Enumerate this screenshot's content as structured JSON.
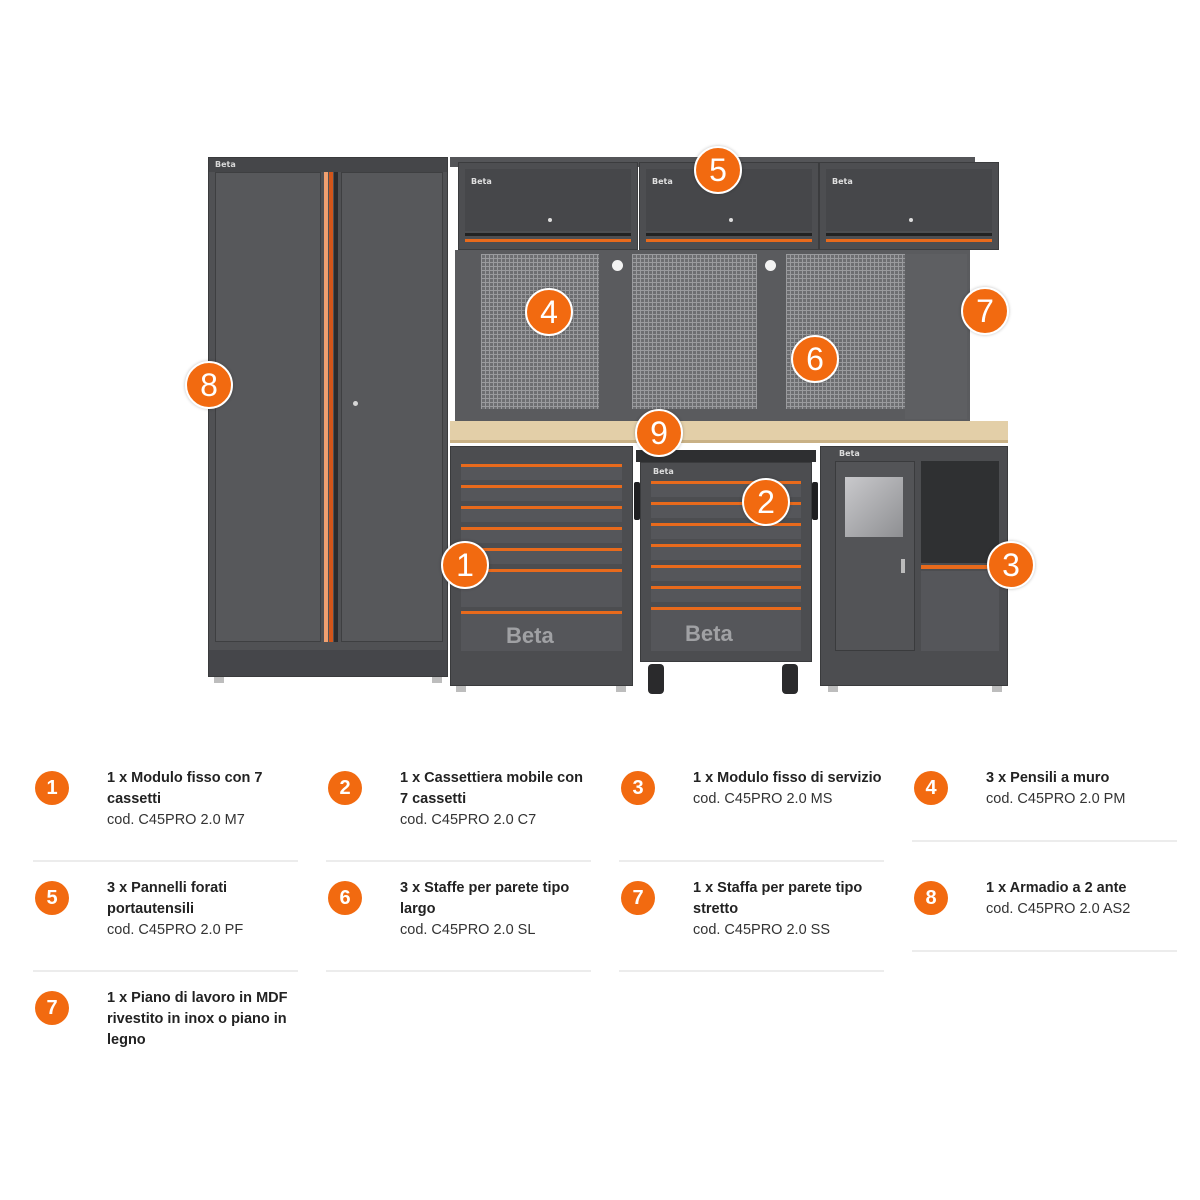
{
  "brand": {
    "name": "Beta",
    "accent_color": "#f26a10",
    "cabinet_color": "#4c4d50",
    "worktop_color": "#e3cfa8"
  },
  "illustration": {
    "wardrobe_brand": "Beta",
    "wall_cabinet_brands": [
      "Beta",
      "Beta",
      "Beta"
    ],
    "drawer_module_logo": "Beta",
    "trolley_logo": "Beta",
    "trolley_top_brand": "Beta",
    "service_module_brand": "Beta",
    "callouts": [
      "1",
      "2",
      "3",
      "4",
      "5",
      "6",
      "7",
      "8",
      "9"
    ]
  },
  "legend": {
    "items": [
      {
        "number": "1",
        "title": "1 x Modulo fisso con 7 cassetti",
        "code": "cod. C45PRO 2.0 M7"
      },
      {
        "number": "2",
        "title": "1 x Cassettiera mobile con 7 cassetti",
        "code": "cod. C45PRO 2.0 C7"
      },
      {
        "number": "3",
        "title": "1 x Modulo fisso di servizio",
        "code": "cod. C45PRO 2.0 MS"
      },
      {
        "number": "4",
        "title": "3 x Pensili a muro",
        "code": "cod. C45PRO 2.0 PM"
      },
      {
        "number": "5",
        "title": "3 x Pannelli forati portautensili",
        "code": "cod. C45PRO 2.0 PF"
      },
      {
        "number": "6",
        "title": "3 x Staffe per parete tipo largo",
        "code": "cod. C45PRO 2.0 SL"
      },
      {
        "number": "7",
        "title": "1 x Staffa per parete tipo stretto",
        "code": "cod. C45PRO 2.0 SS"
      },
      {
        "number": "8",
        "title": "1 x Armadio a 2 ante",
        "code": "cod. C45PRO 2.0 AS2"
      },
      {
        "number": "7",
        "title": "1 x Piano di lavoro in MDF rivestito in inox o piano in legno",
        "code": ""
      }
    ]
  }
}
